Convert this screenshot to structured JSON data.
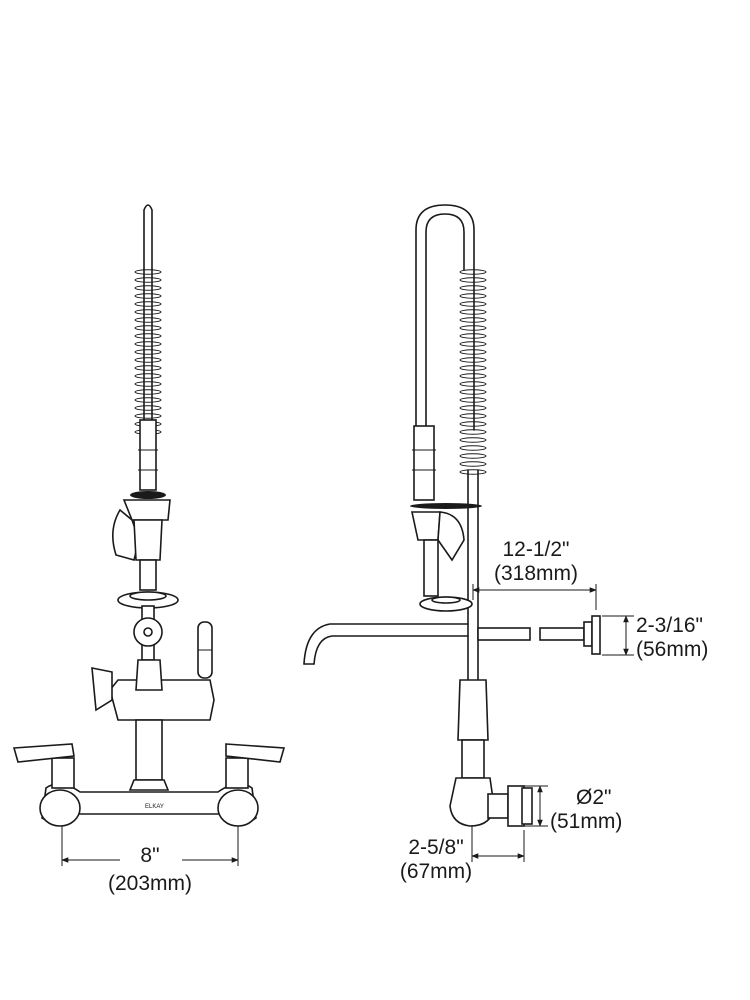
{
  "front_view": {
    "width_label": "8\"",
    "width_label_mm": "(203mm)"
  },
  "side_view": {
    "reach_label": "12-1/2\"",
    "reach_label_mm": "(318mm)",
    "flange_label": "2-3/16\"",
    "flange_label_mm": "(56mm)",
    "diameter_label": "Ø2\"",
    "diameter_label_mm": "(51mm)",
    "depth_label": "2-5/8\"",
    "depth_label_mm": "(67mm)"
  }
}
